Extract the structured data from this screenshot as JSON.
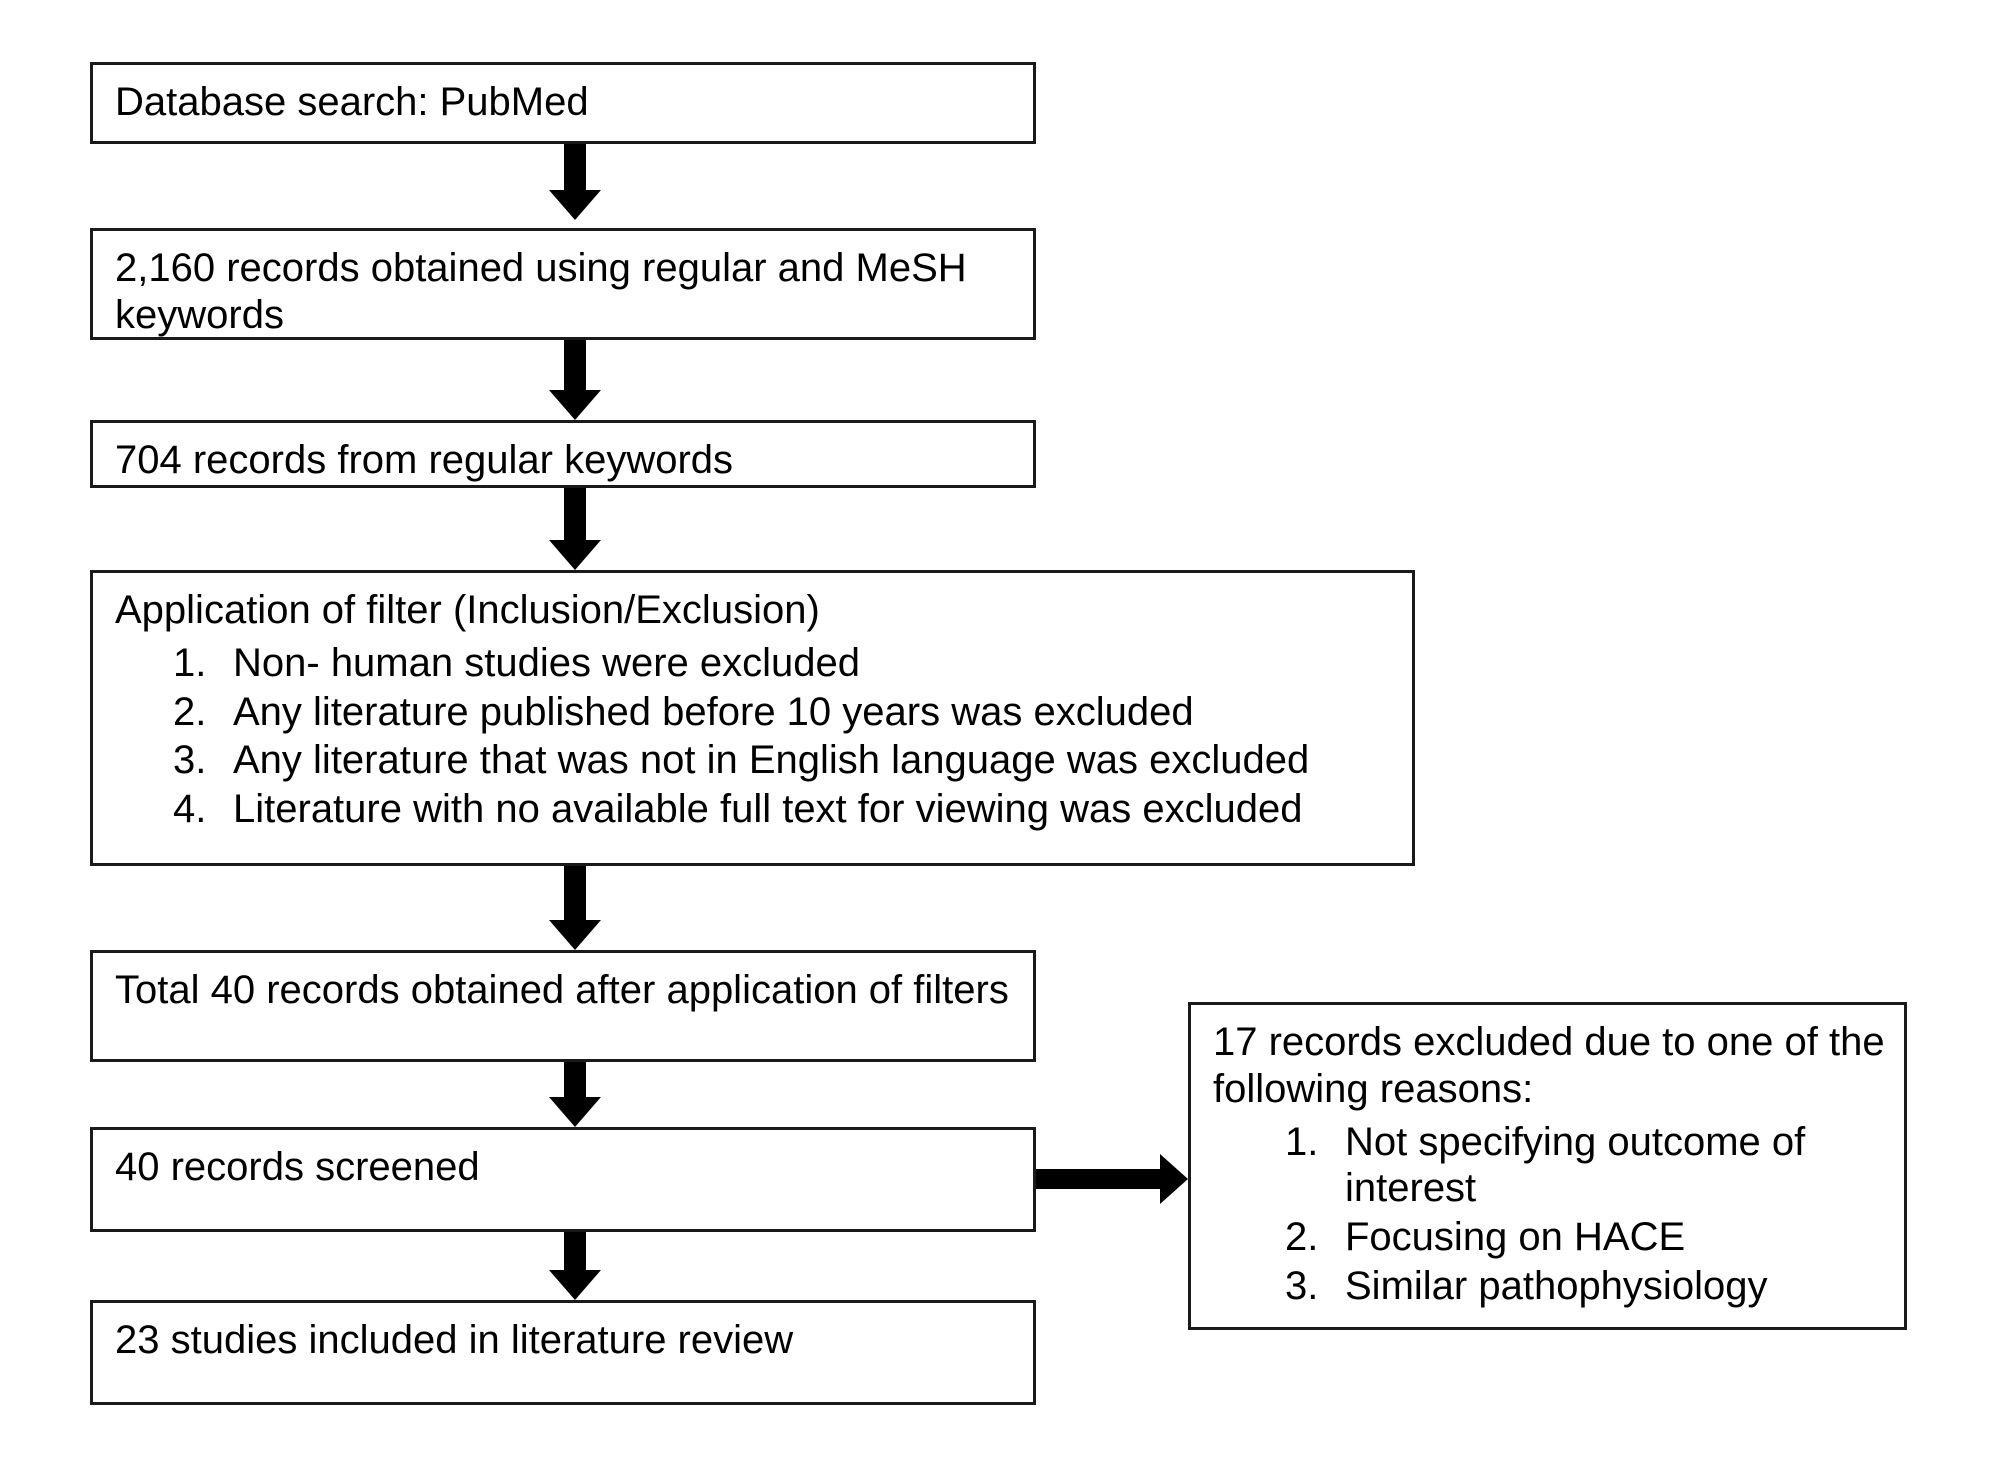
{
  "diagram": {
    "type": "flowchart",
    "title": "PRISMA literature search flow diagram",
    "nodes": {
      "database_search": {
        "label": "Database search: PubMed"
      },
      "records_obtained": {
        "label": "2,160 records obtained using regular and MeSH keywords"
      },
      "regular_keywords": {
        "label": "704 records from regular keywords"
      },
      "filter": {
        "label": "Application of filter (Inclusion/Exclusion)",
        "items": [
          {
            "num": "1.",
            "text": "Non- human studies were excluded"
          },
          {
            "num": "2.",
            "text": "Any literature published before 10 years was excluded"
          },
          {
            "num": "3.",
            "text": "Any literature that was not in English language was excluded"
          },
          {
            "num": "4.",
            "text": "Literature with no available full text for viewing was excluded"
          }
        ]
      },
      "total_after_filters": {
        "label": "Total 40 records obtained after application of filters"
      },
      "records_screened": {
        "label": "40 records screened"
      },
      "studies_included": {
        "label": "23 studies included in literature review"
      },
      "records_excluded": {
        "label": "17 records excluded due to one of the following reasons:",
        "items": [
          {
            "num": "1.",
            "text": "Not specifying outcome of interest"
          },
          {
            "num": "2.",
            "text": "Focusing on HACE"
          },
          {
            "num": "3.",
            "text": "Similar pathophysiology"
          }
        ]
      }
    },
    "colors": {
      "border": "#1a1a1a",
      "arrow": "#000000",
      "background": "#ffffff",
      "text": "#000000"
    }
  }
}
